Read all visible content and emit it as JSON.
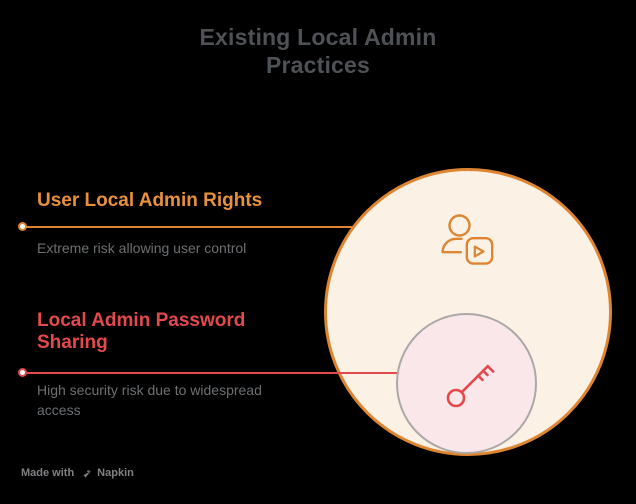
{
  "title": {
    "lines": [
      "Existing Local Admin",
      "Practices"
    ]
  },
  "sections": [
    {
      "id": "user-local-admin-rights",
      "heading": "User Local Admin Rights",
      "description": "Extreme risk allowing user control",
      "accent_color": "#E8913C",
      "icon": "user-video-icon"
    },
    {
      "id": "local-admin-password-sharing",
      "heading_lines": [
        "Local Admin Password",
        "Sharing"
      ],
      "description_lines": [
        "High security risk due to widespread",
        "access"
      ],
      "accent_color": "#E3494D",
      "icon": "key-icon"
    }
  ],
  "watermark": {
    "prefix": "Made with",
    "brand": "Napkin"
  },
  "colors": {
    "background": "#000000",
    "title_text": "#4E5155",
    "description_text": "#6C6F72",
    "orange_accent": "#E8913C",
    "orange_stroke": "#DD8533",
    "red_accent": "#E3494D",
    "big_circle_fill": "#FCF1E5",
    "small_circle_fill": "#F9E7EA",
    "small_circle_border": "#ABA8A6",
    "watermark_text": "#7F8184",
    "dot_center": "#FFFFFF"
  }
}
